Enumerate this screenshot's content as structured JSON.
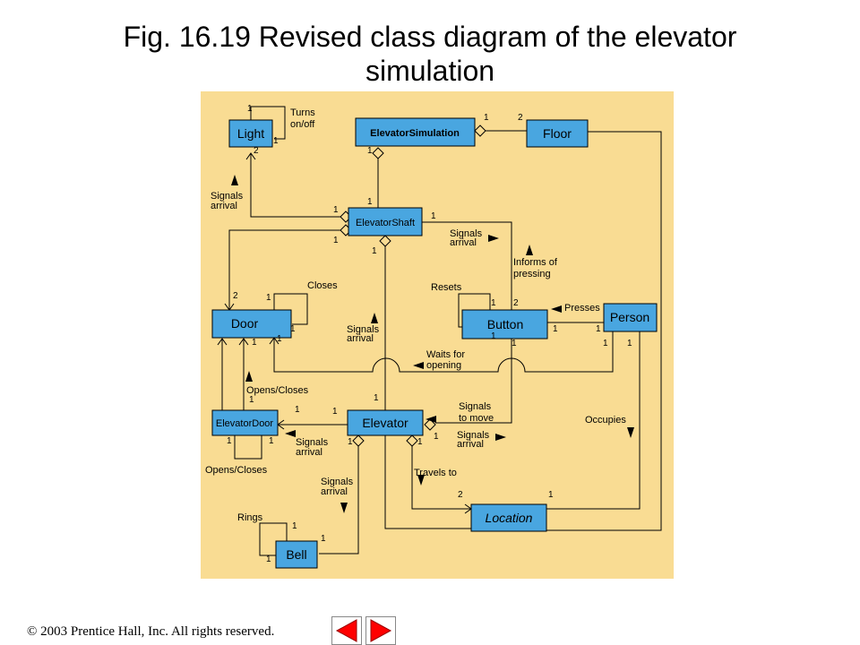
{
  "slide": {
    "title": "Fig. 16.19  Revised class diagram of the elevator simulation",
    "copyright": "© 2003 Prentice Hall, Inc.  All rights reserved."
  },
  "colors": {
    "background": "#f9dc93",
    "class_fill": "#49a6e0",
    "nav_arrow": "#ff0000"
  },
  "classes": {
    "light": "Light",
    "elevator_simulation": "ElevatorSimulation",
    "floor": "Floor",
    "elevator_shaft": "ElevatorShaft",
    "door": "Door",
    "button": "Button",
    "person": "Person",
    "elevator_door": "ElevatorDoor",
    "elevator": "Elevator",
    "location": "Location",
    "bell": "Bell"
  },
  "labels": {
    "turns_on_off_1": "Turns",
    "turns_on_off_2": "on/off",
    "signals_arrival_light_1": "Signals",
    "signals_arrival_light_2": "arrival",
    "signals_arrival_shaft_1": "Signals",
    "signals_arrival_shaft_2": "arrival",
    "informs_1": "Informs of",
    "informs_2": "pressing",
    "closes": "Closes",
    "resets": "Resets",
    "presses": "Presses",
    "signals_arrival_door_1": "Signals",
    "signals_arrival_door_2": "arrival",
    "waits_for_1": "Waits for",
    "waits_for_2": "opening",
    "opens_closes_top": "Opens/Closes",
    "opens_closes_bottom": "Opens/Closes",
    "signals_to_move_1": "Signals",
    "signals_to_move_2": "to move",
    "signals_arrival_eldoor_1": "Signals",
    "signals_arrival_eldoor_2": "arrival",
    "signals_arrival_button_1": "Signals",
    "signals_arrival_button_2": "arrival",
    "occupies": "Occupies",
    "travels_to": "Travels to",
    "signals_arrival_bell_1": "Signals",
    "signals_arrival_bell_2": "arrival",
    "rings": "Rings"
  },
  "multiplicities": {
    "one": "1",
    "two": "2"
  },
  "nav": {
    "prev_icon": "previous-slide-arrow",
    "next_icon": "next-slide-arrow"
  }
}
